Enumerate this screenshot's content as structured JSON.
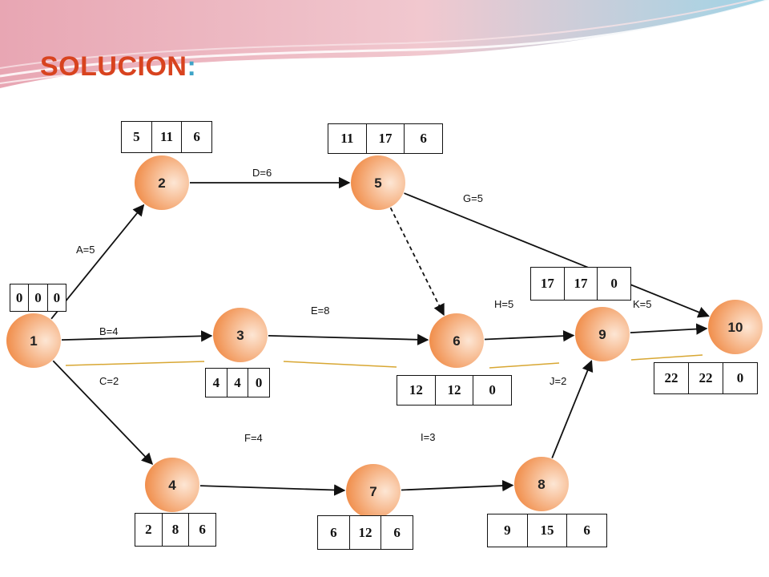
{
  "title": "SOLUCION",
  "title_suffix": ":",
  "nodes": [
    {
      "id": "1",
      "label": "1"
    },
    {
      "id": "2",
      "label": "2"
    },
    {
      "id": "3",
      "label": "3"
    },
    {
      "id": "4",
      "label": "4"
    },
    {
      "id": "5",
      "label": "5"
    },
    {
      "id": "6",
      "label": "6"
    },
    {
      "id": "7",
      "label": "7"
    },
    {
      "id": "8",
      "label": "8"
    },
    {
      "id": "9",
      "label": "9"
    },
    {
      "id": "10",
      "label": "10"
    }
  ],
  "edges": [
    {
      "from": "1",
      "to": "2",
      "label": "A=5"
    },
    {
      "from": "1",
      "to": "3",
      "label": "B=4"
    },
    {
      "from": "1",
      "to": "4",
      "label": "C=2"
    },
    {
      "from": "2",
      "to": "5",
      "label": "D=6"
    },
    {
      "from": "3",
      "to": "6",
      "label": "E=8"
    },
    {
      "from": "4",
      "to": "7",
      "label": "F=4"
    },
    {
      "from": "5",
      "to": "10",
      "label": "G=5"
    },
    {
      "from": "5",
      "to": "6",
      "label": "",
      "dashed": true
    },
    {
      "from": "6",
      "to": "9",
      "label": "H=5"
    },
    {
      "from": "7",
      "to": "8",
      "label": "I=3"
    },
    {
      "from": "8",
      "to": "9",
      "label": "J=2"
    },
    {
      "from": "9",
      "to": "10",
      "label": "K=5"
    }
  ],
  "tables": [
    {
      "node": "1",
      "values": [
        "0",
        "0",
        "0"
      ]
    },
    {
      "node": "2",
      "values": [
        "5",
        "11",
        "6"
      ]
    },
    {
      "node": "5",
      "values": [
        "11",
        "17",
        "6"
      ]
    },
    {
      "node": "3",
      "values": [
        "4",
        "4",
        "0"
      ]
    },
    {
      "node": "6",
      "values": [
        "12",
        "12",
        "0"
      ]
    },
    {
      "node": "9",
      "values": [
        "17",
        "17",
        "0"
      ]
    },
    {
      "node": "10",
      "values": [
        "22",
        "22",
        "0"
      ]
    },
    {
      "node": "4",
      "values": [
        "2",
        "8",
        "6"
      ]
    },
    {
      "node": "7",
      "values": [
        "6",
        "12",
        "6"
      ]
    },
    {
      "node": "8",
      "values": [
        "9",
        "15",
        "6"
      ]
    }
  ],
  "colors": {
    "node_fill_light": "#fde6d4",
    "node_fill_dark": "#f08a45",
    "critical_underline": "#d8a733",
    "title": "#d8431f",
    "title_colon": "#3fa4c7"
  }
}
